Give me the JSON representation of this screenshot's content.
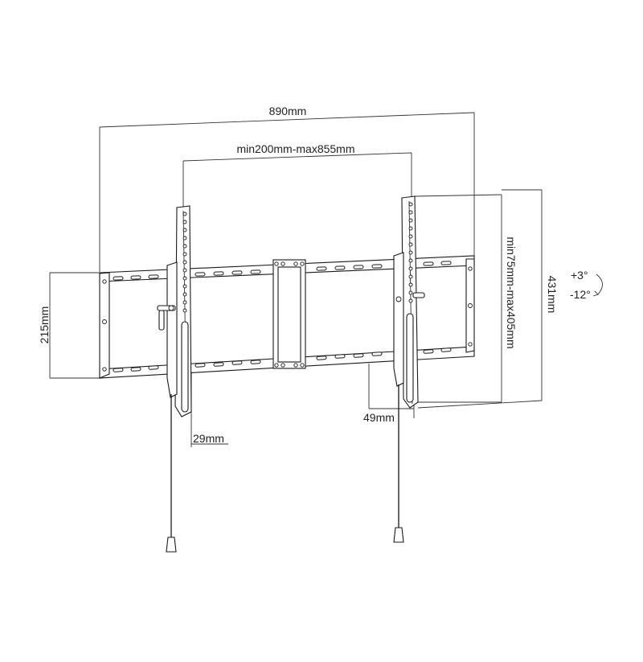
{
  "dimensions": {
    "overall_width": "890mm",
    "arm_spacing": "min200mm-max855mm",
    "vertical_range": "min75mm-max405mm",
    "overall_height": "431mm",
    "plate_height": "215mm",
    "arm_offset": "29mm",
    "wall_depth": "49mm"
  },
  "tilt": {
    "up": "+3°",
    "down": "-12°"
  }
}
